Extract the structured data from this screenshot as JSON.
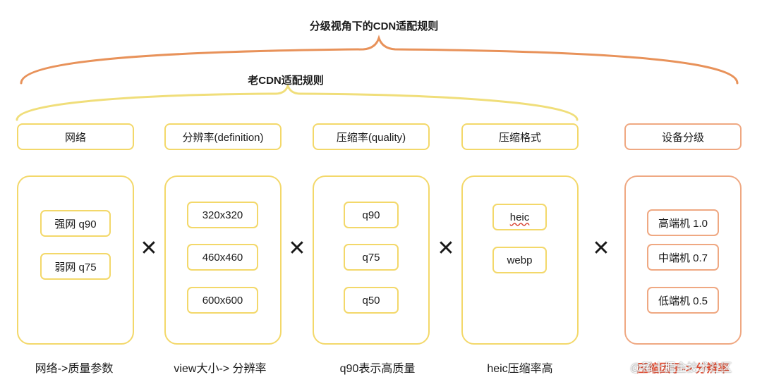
{
  "titles": {
    "main": "分级视角下的CDN适配规则",
    "old": "老CDN适配规则"
  },
  "columns": [
    {
      "header": "网络",
      "chips": [
        "强网 q90",
        "弱网 q75"
      ],
      "caption": "网络->质量参数"
    },
    {
      "header": "分辨率(definition)",
      "chips": [
        "320x320",
        "460x460",
        "600x600"
      ],
      "caption": "view大小-> 分辨率"
    },
    {
      "header": "压缩率(quality)",
      "chips": [
        "q90",
        "q75",
        "q50"
      ],
      "caption": "q90表示高质量"
    },
    {
      "header": "压缩格式",
      "chips": [
        "heic",
        "webp"
      ],
      "caption": "heic压缩率高"
    },
    {
      "header": "设备分级",
      "chips": [
        "高端机 1.0",
        "中端机 0.7",
        "低端机 0.5"
      ],
      "caption": "压缩因子-> 分辨率"
    }
  ],
  "operator": "✕",
  "watermark": "@稀土掘金技术社区",
  "colors": {
    "yellow_border": "#f3d86a",
    "orange_border": "#efa882",
    "caption_highlight": "#e0452a"
  }
}
